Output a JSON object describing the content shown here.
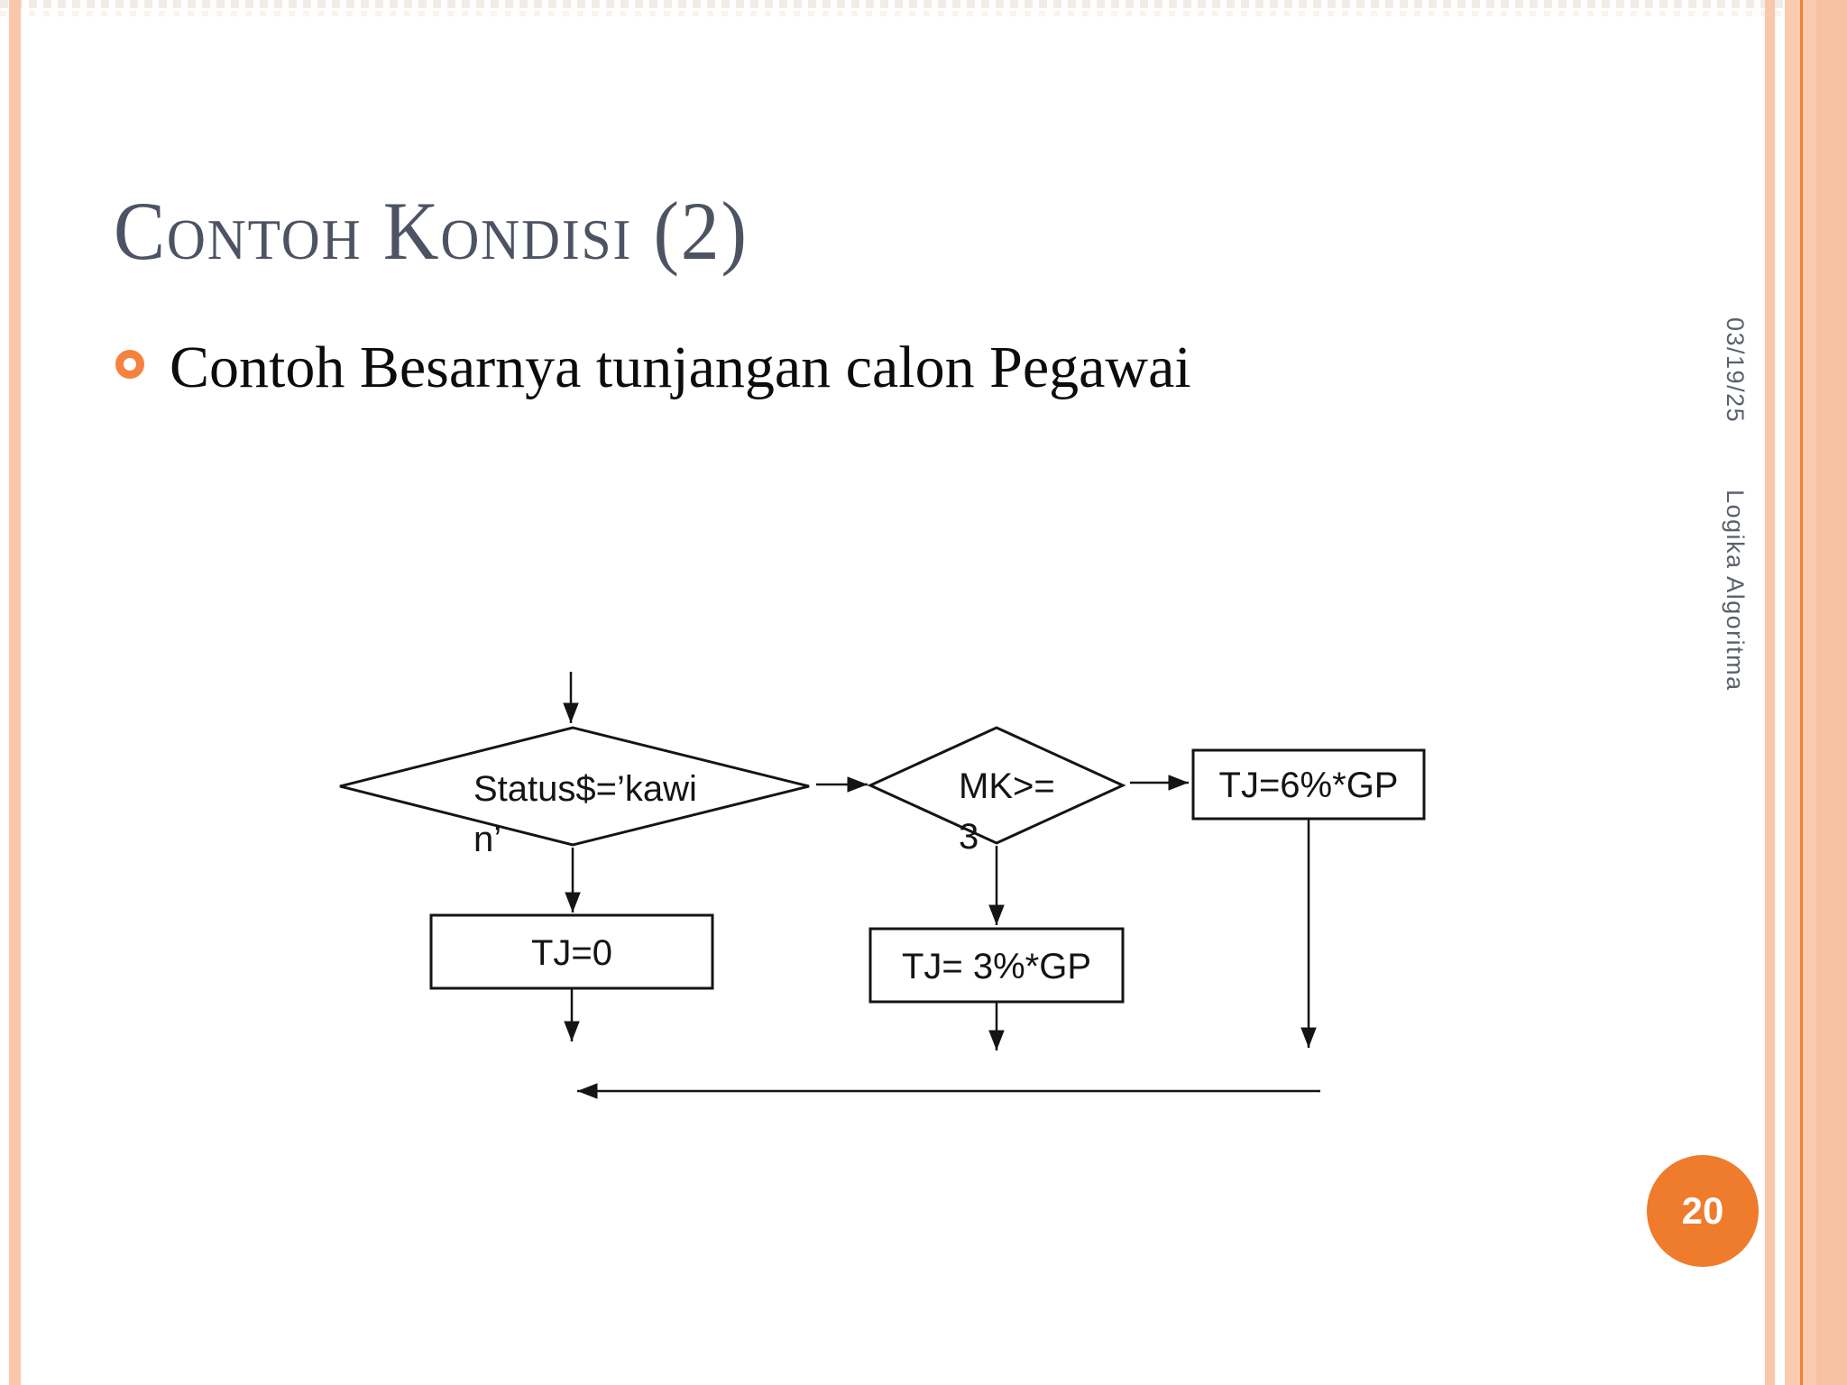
{
  "slide": {
    "title": "Contoh Kondisi (2)",
    "bullet": "Contoh Besarnya tunjangan calon Pegawai",
    "date": "03/19/25",
    "course": "Logika Algoritma",
    "page_number": "20"
  },
  "flowchart": {
    "decision_status": {
      "line1": "Status$=’kawi",
      "line2": "n’"
    },
    "decision_mk": {
      "line1": "MK>=",
      "line2": "3"
    },
    "box_tj_zero": "TJ=0",
    "box_tj_three": "TJ= 3%*GP",
    "box_tj_six": "TJ=6%*GP"
  },
  "colors": {
    "accent_orange": "#ef7b2c",
    "stripe_peach": "#fac7ab",
    "stripe_line_orange": "#f08233",
    "title_gray": "#4c5362",
    "side_text_gray": "#5a616d",
    "diagram_line": "#141414"
  }
}
